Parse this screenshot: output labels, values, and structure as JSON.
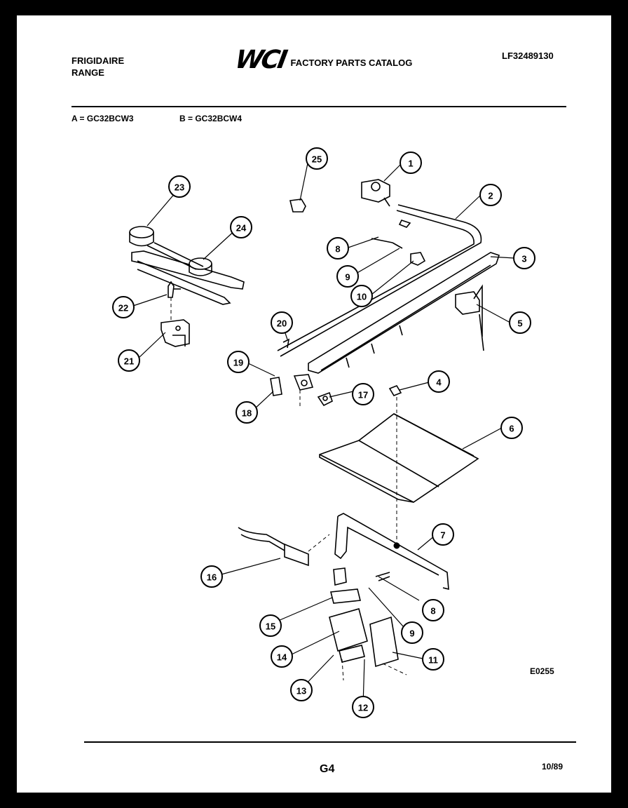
{
  "header": {
    "brand_line1": "FRIGIDAIRE",
    "brand_line2": "RANGE",
    "logo": "WCI",
    "catalog_title": "FACTORY PARTS CATALOG",
    "part_number": "LF32489130"
  },
  "models": {
    "a": "A = GC32BCW3",
    "b": "B = GC32BCW4"
  },
  "callouts": [
    "1",
    "2",
    "3",
    "4",
    "5",
    "6",
    "7",
    "8",
    "9",
    "10",
    "11",
    "12",
    "13",
    "14",
    "15",
    "16",
    "17",
    "18",
    "19",
    "20",
    "21",
    "22",
    "23",
    "24",
    "25",
    "8",
    "9"
  ],
  "drawing_code": "E0255",
  "footer": {
    "page_id": "G4",
    "date": "10/89"
  }
}
